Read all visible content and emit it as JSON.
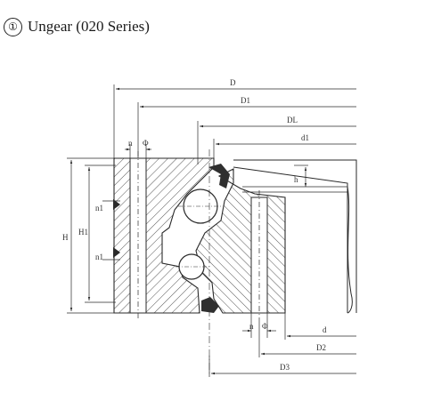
{
  "caption": {
    "index": "①",
    "text": "Ungear (020 Series)"
  },
  "labels": {
    "D": "D",
    "D1": "D1",
    "DL": "DL",
    "d1": "d1",
    "d": "d",
    "D2": "D2",
    "D3": "D3",
    "H": "H",
    "H1": "H1",
    "h": "h",
    "n1_top": "n1",
    "n1_bottom": "n1",
    "n_phi_top": "n-Φ",
    "n_phi_bottom": "n-Φ",
    "phi_top": "Φ",
    "phi_bottom": "Φ",
    "n_top": "n",
    "n_bottom": "n"
  },
  "colors": {
    "line": "#2a2a2a",
    "hatch": "#555555",
    "seal": "#2f2f2f"
  }
}
